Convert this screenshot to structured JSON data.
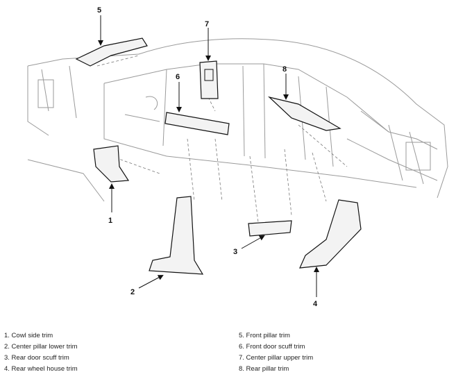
{
  "callouts": [
    "1",
    "2",
    "3",
    "4",
    "5",
    "6",
    "7",
    "8"
  ],
  "legend": {
    "left": [
      "1. Cowl side trim",
      "2. Center pillar lower trim",
      "3. Rear door scuff trim",
      "4. Rear wheel house trim"
    ],
    "right": [
      "5. Front pillar trim",
      "6. Front door scuff trim",
      "7. Center pillar upper trim",
      "8. Rear pillar trim"
    ]
  }
}
